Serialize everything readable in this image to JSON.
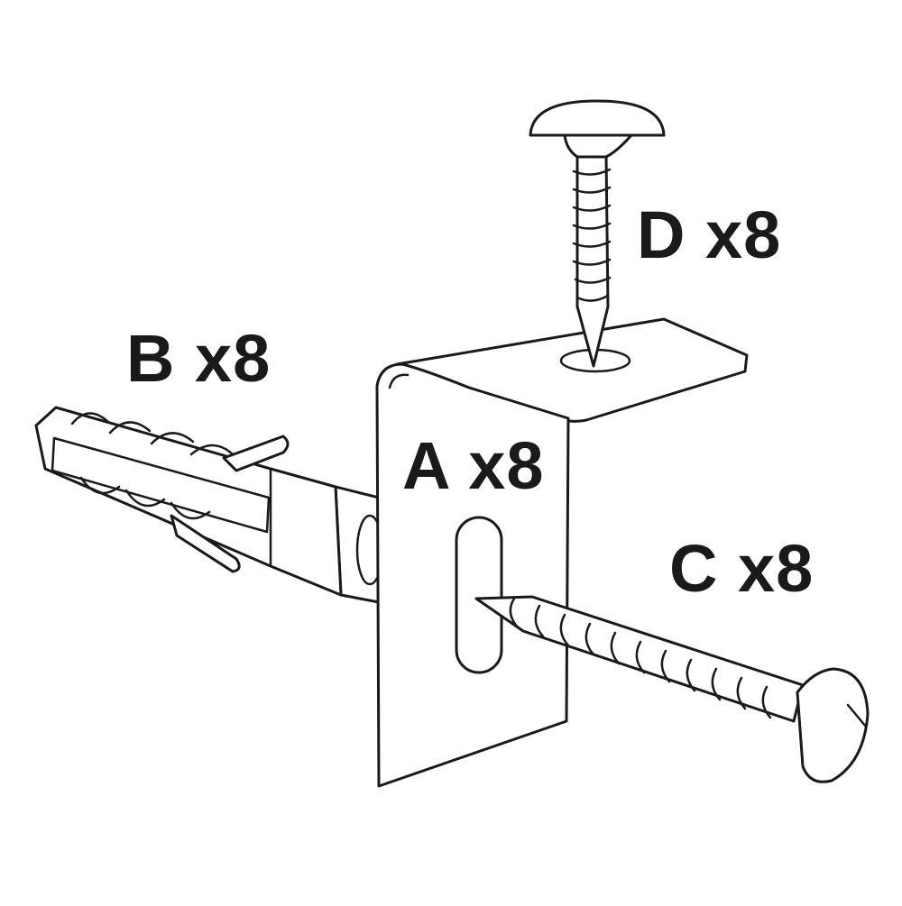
{
  "parts": {
    "a": {
      "label": "A x8"
    },
    "b": {
      "label": "B x8"
    },
    "c": {
      "label": "C x8"
    },
    "d": {
      "label": "D x8"
    }
  },
  "colors": {
    "stroke": "#1a1a1a",
    "fill": "#ffffff"
  },
  "icons": {
    "a": "angle-bracket-icon",
    "b": "wall-plug-icon",
    "c": "long-screw-icon",
    "d": "mushroom-head-screw-icon"
  }
}
